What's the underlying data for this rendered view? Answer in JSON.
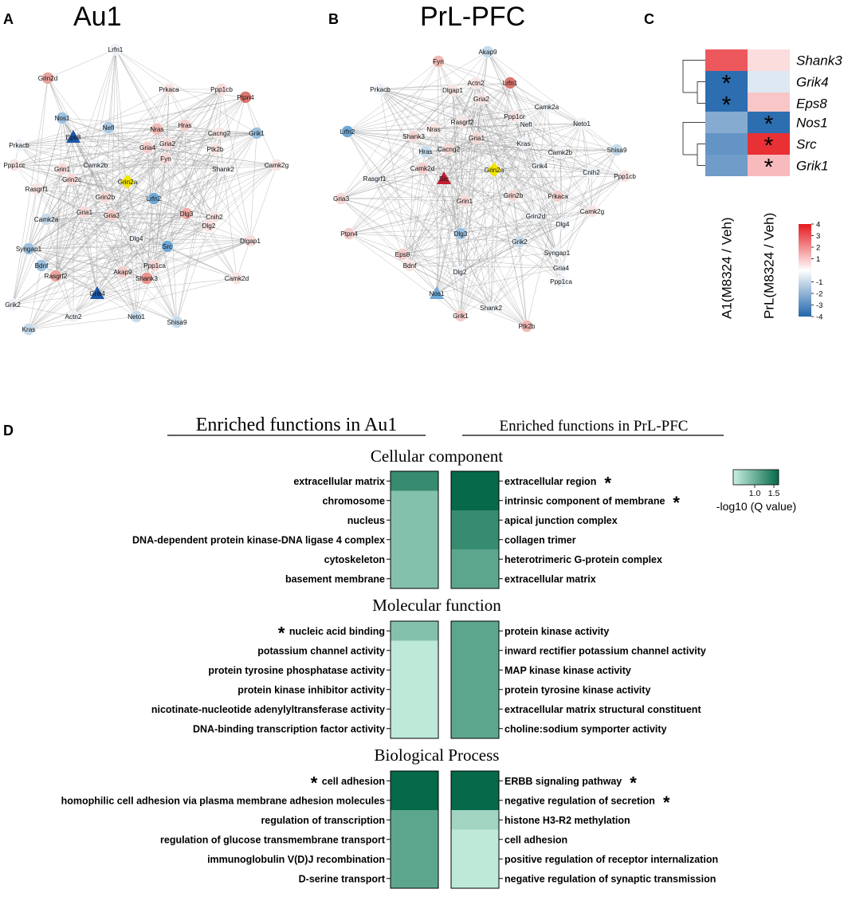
{
  "panels": {
    "a": {
      "letter": "A",
      "title": "Au1"
    },
    "b": {
      "letter": "B",
      "title": "PrL-PFC"
    },
    "c": {
      "letter": "C"
    },
    "d": {
      "letter": "D"
    }
  },
  "colors": {
    "edge": "#9a9a9a",
    "node_up_strong": "#d9776e",
    "node_up_light": "#f5d8d6",
    "node_down_light": "#c6dbeb",
    "node_down": "#6fa8d6",
    "node_down_strong": "#1c56a8",
    "node_hub": "#f4e400",
    "node_hub_red": "#c21f30",
    "hm_low": "#2166ac",
    "hm_high": "#e6191f",
    "go_low": "#c8f0e0",
    "go_high": "#05694a"
  },
  "network_au1": {
    "nodes": [
      {
        "label": "Lrfn1",
        "c": "#eef2f6",
        "s": "circle"
      },
      {
        "label": "Grin2d",
        "c": "#e8a49e",
        "s": "circle"
      },
      {
        "label": "Prkaca",
        "c": "#f7e4e2",
        "s": "circle"
      },
      {
        "label": "Ppp1cb",
        "c": "#f7dedc",
        "s": "circle"
      },
      {
        "label": "Ptpn4",
        "c": "#d9776e",
        "s": "circle"
      },
      {
        "label": "Nos1",
        "c": "#9cc0df",
        "s": "circle"
      },
      {
        "label": "Nefl",
        "c": "#a9c9e4",
        "s": "circle"
      },
      {
        "label": "Nras",
        "c": "#efb9b4",
        "s": "circle"
      },
      {
        "label": "Hras",
        "c": "#f3cdca",
        "s": "circle"
      },
      {
        "label": "Eps8",
        "c": "#1c56a8",
        "s": "triangle"
      },
      {
        "label": "Cacng2",
        "c": "#f7e4e2",
        "s": "circle"
      },
      {
        "label": "Grik1",
        "c": "#9cc0df",
        "s": "circle"
      },
      {
        "label": "Prkacb",
        "c": "#eef2f6",
        "s": "circle"
      },
      {
        "label": "Gria4",
        "c": "#f3cdca",
        "s": "circle"
      },
      {
        "label": "Gria2",
        "c": "#f5d8d6",
        "s": "circle"
      },
      {
        "label": "Ptk2b",
        "c": "#f7e4e2",
        "s": "circle"
      },
      {
        "label": "Ppp1cc",
        "c": "#f7e4e2",
        "s": "circle"
      },
      {
        "label": "Camk2b",
        "c": "#eef2f6",
        "s": "circle"
      },
      {
        "label": "Fyn",
        "c": "#f5d8d6",
        "s": "circle"
      },
      {
        "label": "Camk2g",
        "c": "#f7e4e2",
        "s": "circle"
      },
      {
        "label": "Grin1",
        "c": "#f5d8d6",
        "s": "circle"
      },
      {
        "label": "Shank2",
        "c": "#eef2f6",
        "s": "circle"
      },
      {
        "label": "Grin2c",
        "c": "#f5d8d6",
        "s": "circle"
      },
      {
        "label": "Grin2a",
        "c": "#f4e400",
        "s": "diamond"
      },
      {
        "label": "Rasgrf1",
        "c": "#f7e4e2",
        "s": "circle"
      },
      {
        "label": "Grin2b",
        "c": "#f5d8d6",
        "s": "circle"
      },
      {
        "label": "Lrfn2",
        "c": "#6fa8d6",
        "s": "circle"
      },
      {
        "label": "Camk2a",
        "c": "#c6dbeb",
        "s": "circle"
      },
      {
        "label": "Gria1",
        "c": "#f5d8d6",
        "s": "circle"
      },
      {
        "label": "Gria3",
        "c": "#f3cdca",
        "s": "circle"
      },
      {
        "label": "Dlg3",
        "c": "#efaca6",
        "s": "circle"
      },
      {
        "label": "Cnih2",
        "c": "#f7e4e2",
        "s": "circle"
      },
      {
        "label": "Dlg2",
        "c": "#f7dedc",
        "s": "circle"
      },
      {
        "label": "Dlg4",
        "c": "#eef2f6",
        "s": "circle"
      },
      {
        "label": "Dlgap1",
        "c": "#f7dedc",
        "s": "circle"
      },
      {
        "label": "Syngap1",
        "c": "#9cc0df",
        "s": "circle"
      },
      {
        "label": "Src",
        "c": "#6fa8d6",
        "s": "circle"
      },
      {
        "label": "Bdnf",
        "c": "#9cc0df",
        "s": "circle"
      },
      {
        "label": "Ppp1ca",
        "c": "#f5d8d6",
        "s": "circle"
      },
      {
        "label": "Rasgrf2",
        "c": "#e8a49e",
        "s": "circle"
      },
      {
        "label": "Akap9",
        "c": "#f3cdca",
        "s": "circle"
      },
      {
        "label": "Shank3",
        "c": "#e8938b",
        "s": "circle"
      },
      {
        "label": "Camk2d",
        "c": "#f7e4e2",
        "s": "circle"
      },
      {
        "label": "Grik2",
        "c": "#eef2f6",
        "s": "circle"
      },
      {
        "label": "Grik4",
        "c": "#1c56a8",
        "s": "triangle"
      },
      {
        "label": "Actn2",
        "c": "#eef2f6",
        "s": "circle"
      },
      {
        "label": "Neto1",
        "c": "#c6dbeb",
        "s": "circle"
      },
      {
        "label": "Kras",
        "c": "#c6dbeb",
        "s": "circle"
      },
      {
        "label": "Shisa9",
        "c": "#c6dbeb",
        "s": "circle"
      }
    ]
  },
  "network_prl": {
    "nodes": [
      {
        "label": "Akap9",
        "c": "#c6dbeb",
        "s": "circle"
      },
      {
        "label": "Fyn",
        "c": "#efb9b4",
        "s": "circle"
      },
      {
        "label": "Lrfn1",
        "c": "#d9776e",
        "s": "circle"
      },
      {
        "label": "Actn2",
        "c": "#f7e4e2",
        "s": "circle"
      },
      {
        "label": "Prkacb",
        "c": "#eef2f6",
        "s": "circle"
      },
      {
        "label": "Dlgap1",
        "c": "#f7e4e2",
        "s": "circle"
      },
      {
        "label": "Gria2",
        "c": "#f7e4e2",
        "s": "circle"
      },
      {
        "label": "Camk2a",
        "c": "#eef2f6",
        "s": "circle"
      },
      {
        "label": "Ppp1cc",
        "c": "#f7e4e2",
        "s": "circle"
      },
      {
        "label": "Lrfn2",
        "c": "#6fa8d6",
        "s": "circle"
      },
      {
        "label": "Rasgrf2",
        "c": "#f7e4e2",
        "s": "circle"
      },
      {
        "label": "Nefl",
        "c": "#eef2f6",
        "s": "circle"
      },
      {
        "label": "Neto1",
        "c": "#eef2f6",
        "s": "circle"
      },
      {
        "label": "Shank3",
        "c": "#f5d8d6",
        "s": "circle"
      },
      {
        "label": "Nras",
        "c": "#f7e4e2",
        "s": "circle"
      },
      {
        "label": "Gria1",
        "c": "#f5d8d6",
        "s": "circle"
      },
      {
        "label": "Hras",
        "c": "#c6dbeb",
        "s": "circle"
      },
      {
        "label": "Kras",
        "c": "#eef2f6",
        "s": "circle"
      },
      {
        "label": "Camk2b",
        "c": "#eef2f6",
        "s": "circle"
      },
      {
        "label": "Cacng2",
        "c": "#f5d8d6",
        "s": "circle"
      },
      {
        "label": "Shisa9",
        "c": "#c6dbeb",
        "s": "circle"
      },
      {
        "label": "Camk2d",
        "c": "#f3cdca",
        "s": "circle"
      },
      {
        "label": "Src",
        "c": "#c21f30",
        "s": "triangle"
      },
      {
        "label": "Grin2a",
        "c": "#f4e400",
        "s": "diamond"
      },
      {
        "label": "Grik4",
        "c": "#eef2f6",
        "s": "circle"
      },
      {
        "label": "Cnih2",
        "c": "#eef2f6",
        "s": "circle"
      },
      {
        "label": "Ppp1cb",
        "c": "#f7e4e2",
        "s": "circle"
      },
      {
        "label": "Rasgrf1",
        "c": "#eef2f6",
        "s": "circle"
      },
      {
        "label": "Gria3",
        "c": "#f5d8d6",
        "s": "circle"
      },
      {
        "label": "Grin1",
        "c": "#f5d8d6",
        "s": "circle"
      },
      {
        "label": "Grin2b",
        "c": "#f5d8d6",
        "s": "circle"
      },
      {
        "label": "Prkaca",
        "c": "#f3cdca",
        "s": "circle"
      },
      {
        "label": "Camk2g",
        "c": "#f7e4e2",
        "s": "circle"
      },
      {
        "label": "Ptpn4",
        "c": "#f3cdca",
        "s": "circle"
      },
      {
        "label": "Dlg3",
        "c": "#9cc0df",
        "s": "circle"
      },
      {
        "label": "Grin2d",
        "c": "#eef2f6",
        "s": "circle"
      },
      {
        "label": "Dlg4",
        "c": "#eef2f6",
        "s": "circle"
      },
      {
        "label": "Grik2",
        "c": "#c6dbeb",
        "s": "circle"
      },
      {
        "label": "Syngap1",
        "c": "#eef2f6",
        "s": "circle"
      },
      {
        "label": "Gria4",
        "c": "#eef2f6",
        "s": "circle"
      },
      {
        "label": "Eps8",
        "c": "#f3cdca",
        "s": "circle"
      },
      {
        "label": "Bdnf",
        "c": "#f7e4e2",
        "s": "circle"
      },
      {
        "label": "Dlg2",
        "c": "#eef2f6",
        "s": "circle"
      },
      {
        "label": "Ppp1ca",
        "c": "#eef2f6",
        "s": "circle"
      },
      {
        "label": "Nos1",
        "c": "#6fa8d6",
        "s": "triangle"
      },
      {
        "label": "Grik1",
        "c": "#f3cdca",
        "s": "circle"
      },
      {
        "label": "Shank2",
        "c": "#eef2f6",
        "s": "circle"
      },
      {
        "label": "Ptk2b",
        "c": "#efb9b4",
        "s": "circle"
      }
    ]
  },
  "chart_data": [
    {
      "type": "heatmap",
      "title": "",
      "columns": [
        "A1(M8324 / Veh)",
        "PrL(M8324 / Veh)"
      ],
      "groups": [
        {
          "rows": [
            "Shank3",
            "Grik4",
            "Eps8"
          ],
          "values": [
            [
              2.9,
              0.6
            ],
            [
              -3.8,
              -0.6
            ],
            [
              -3.8,
              1.0
            ]
          ],
          "significant": [
            [
              false,
              false
            ],
            [
              true,
              false
            ],
            [
              true,
              false
            ]
          ]
        },
        {
          "rows": [
            "Nos1",
            "Src",
            "Grik1"
          ],
          "values": [
            [
              -2.2,
              -3.8
            ],
            [
              -2.8,
              3.6
            ],
            [
              -2.6,
              1.2
            ]
          ],
          "significant": [
            [
              false,
              true
            ],
            [
              false,
              true
            ],
            [
              false,
              true
            ]
          ]
        }
      ],
      "colorbar": {
        "min": -4,
        "max": 4,
        "ticks": [
          "4",
          "3",
          "2",
          "1",
          "-1",
          "-2",
          "-3",
          "-4"
        ]
      }
    },
    {
      "type": "heatmap",
      "title": "",
      "columns": [
        "Enriched functions in Au1",
        "Enriched functions in PrL-PFC"
      ],
      "value_label": "-log10 (Q value)",
      "colorbar_ticks": [
        "1.0",
        "1.5"
      ],
      "range": [
        0.8,
        1.8
      ],
      "categories": [
        {
          "name": "Cellular component",
          "left": {
            "labels": [
              "extracellular matrix",
              "chromosome",
              "nucleus",
              "DNA-dependent  protein kinase-DNA ligase 4 complex",
              "cytoskeleton",
              "basement membrane"
            ],
            "values": [
              1.55,
              1.15,
              1.15,
              1.15,
              1.15,
              1.15
            ],
            "star": [
              false,
              false,
              false,
              false,
              false,
              false
            ]
          },
          "right": {
            "labels": [
              "extracellular region",
              "intrinsic component of membrane",
              "apical junction complex",
              "collagen trimer",
              "heterotrimeric G-protein complex",
              "extracellular matrix"
            ],
            "values": [
              1.8,
              1.8,
              1.55,
              1.55,
              1.35,
              1.35
            ],
            "star": [
              true,
              true,
              false,
              false,
              false,
              false
            ]
          }
        },
        {
          "name": "Molecular function",
          "left": {
            "labels": [
              "nucleic acid binding",
              "potassium channel activity",
              "protein tyrosine phosphatase activity",
              "protein kinase inhibitor activity",
              "nicotinate-nucleotide adenylyltransferase activity",
              "DNA-binding transcription factor activity"
            ],
            "values": [
              1.15,
              0.85,
              0.85,
              0.85,
              0.85,
              0.85
            ],
            "star": [
              true,
              false,
              false,
              false,
              false,
              false
            ]
          },
          "right": {
            "labels": [
              "protein kinase activity",
              "inward rectifier potassium channel activity",
              "MAP kinase kinase activity",
              "protein tyrosine kinase activity",
              "extracellular matrix structural constituent",
              "choline:sodium symporter activity"
            ],
            "values": [
              1.35,
              1.35,
              1.35,
              1.35,
              1.35,
              1.35
            ],
            "star": [
              false,
              false,
              false,
              false,
              false,
              false
            ]
          }
        },
        {
          "name": "Biological Process",
          "left": {
            "labels": [
              "cell adhesion",
              "homophilic cell adhesion via plasma membrane adhesion molecules",
              "regulation of transcription",
              "regulation of glucose transmembrane transport",
              "immunoglobulin V(D)J recombination",
              "D-serine transport"
            ],
            "values": [
              1.8,
              1.8,
              1.35,
              1.35,
              1.35,
              1.35
            ],
            "star": [
              true,
              false,
              false,
              false,
              false,
              false
            ]
          },
          "right": {
            "labels": [
              "ERBB signaling pathway",
              "negative regulation of secretion",
              "histone H3-R2 methylation",
              "cell adhesion",
              "positive regulation of receptor internalization",
              "negative regulation of synaptic transmission"
            ],
            "values": [
              1.8,
              1.8,
              1.0,
              0.85,
              0.85,
              0.85
            ],
            "star": [
              true,
              true,
              false,
              false,
              false,
              false
            ]
          }
        }
      ]
    }
  ]
}
